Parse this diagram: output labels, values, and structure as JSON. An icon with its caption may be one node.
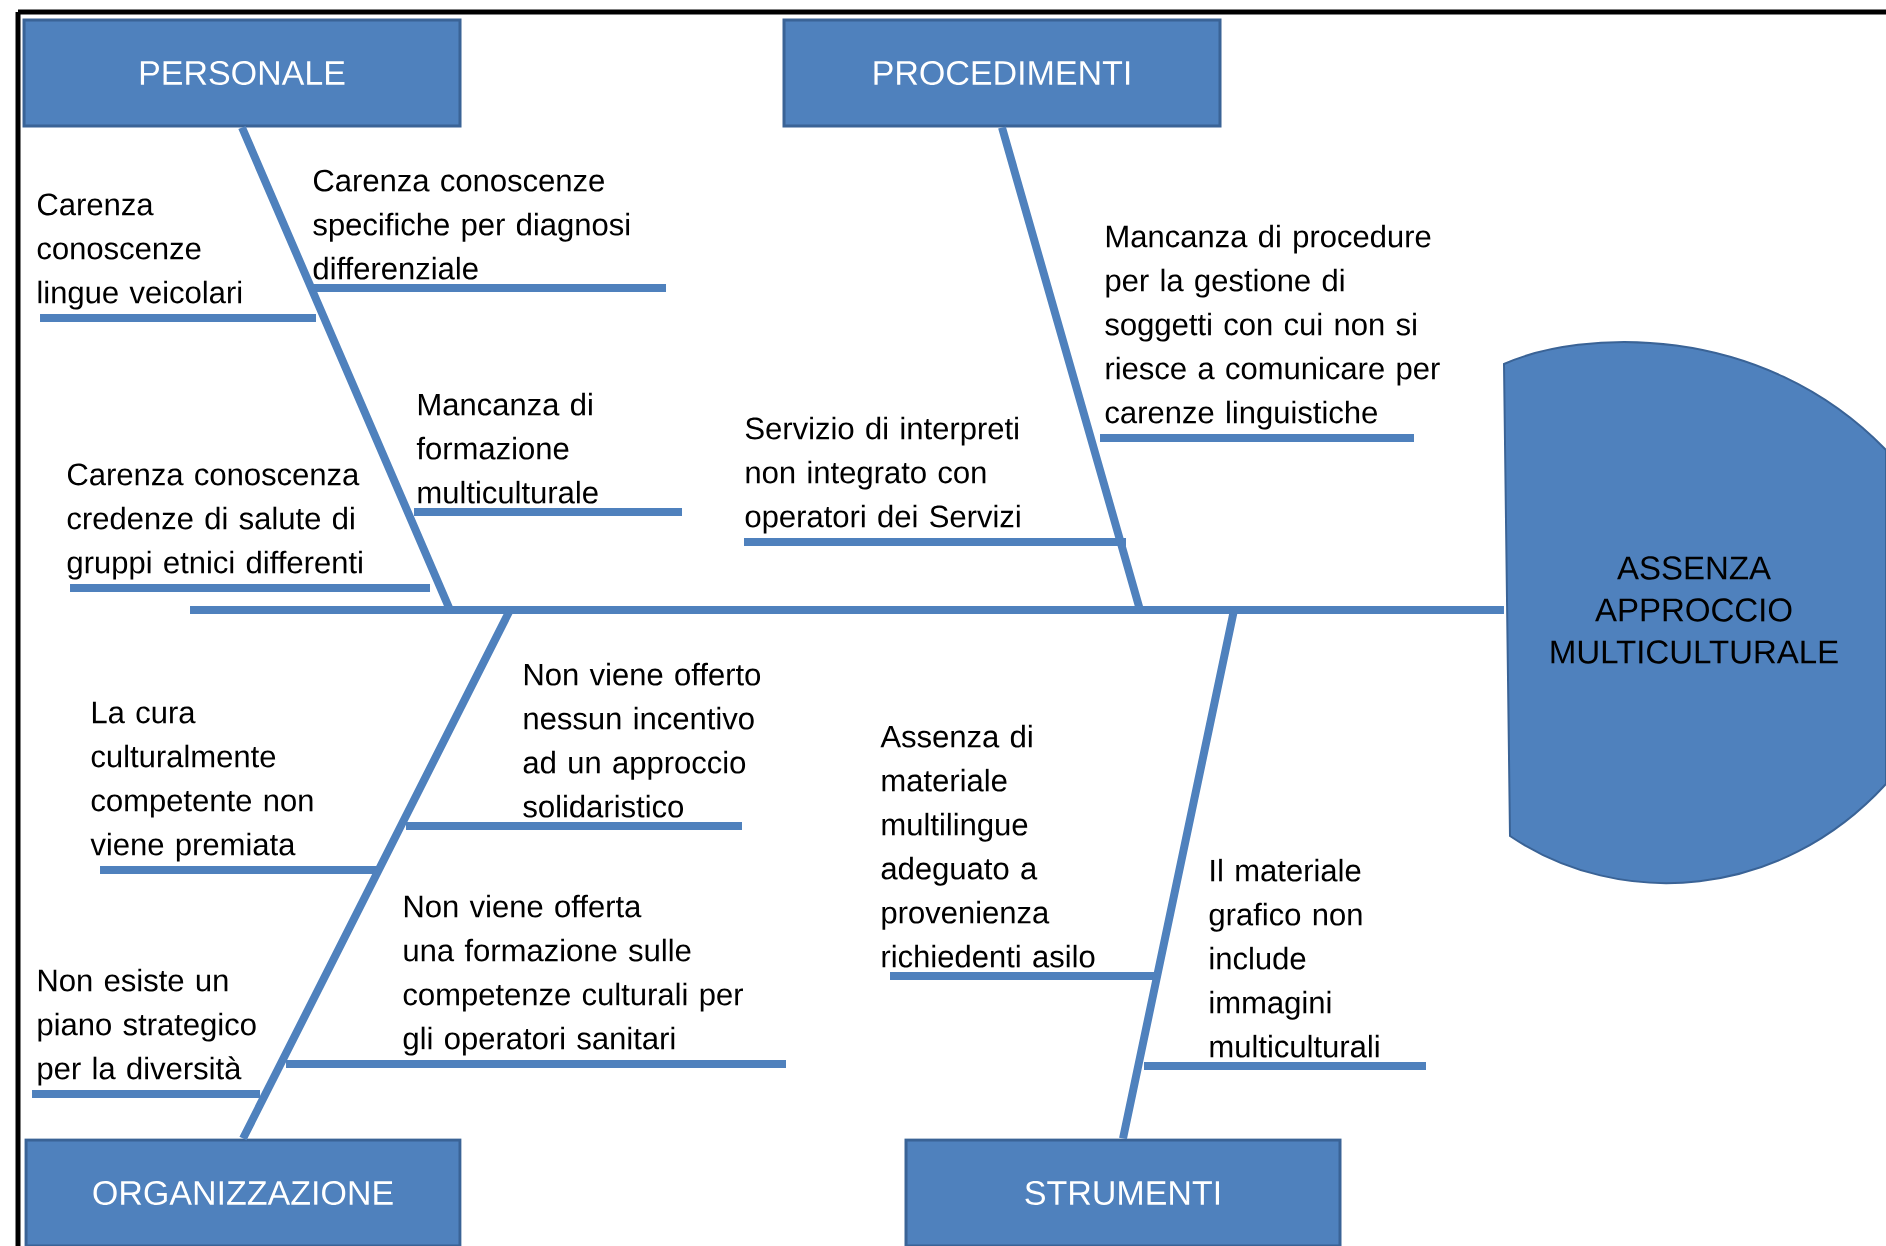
{
  "diagram": {
    "nodes": [
      {
        "text": [
          "PERSONALE"
        ]
      },
      {
        "text": [
          "PROCEDIMENTI"
        ]
      },
      {
        "text": [
          "ORGANIZZAZIONE"
        ]
      },
      {
        "text": [
          "STRUMENTI"
        ]
      },
      {
        "text": [
          "ASSENZA APPROCCIO MULTICULTURALE"
        ]
      }
    ],
    "edges": [
      {
        "from": 0,
        "to": 4,
        "arrow": "none"
      },
      {
        "from": 1,
        "to": 4,
        "arrow": "none"
      },
      {
        "from": 2,
        "to": 4,
        "arrow": "none"
      },
      {
        "from": 3,
        "to": 4,
        "arrow": "none"
      }
    ],
    "labels": [
      "Carenza conoscenze specifiche per diagnosi differenziale",
      "Mancanza di procedure per la gestione di soggetti con cui non si riesce a comunicare per carenze linguistiche",
      "Carenza conoscenze lingue veicolari",
      "Carenza conoscenza credenze di salute di gruppi etnici differenti",
      "Mancanza di formazione multiculturale",
      "Servizio di interpreti non integrato con operatori dei Servizi",
      "Non viene offerto nessun incentivo ad un approccio solidaristico",
      "La cura culturalmente competente non viene premiata",
      "Assenza di materiale multilingue adeguato a provenienza richiedenti asilo",
      "Il materiale grafico non include immagini multiculturali",
      "Non viene offerta una formazione sulle competenze culturali per gli operatori sanitari",
      "Non esiste un piano strategico per la diversità"
    ]
  }
}
